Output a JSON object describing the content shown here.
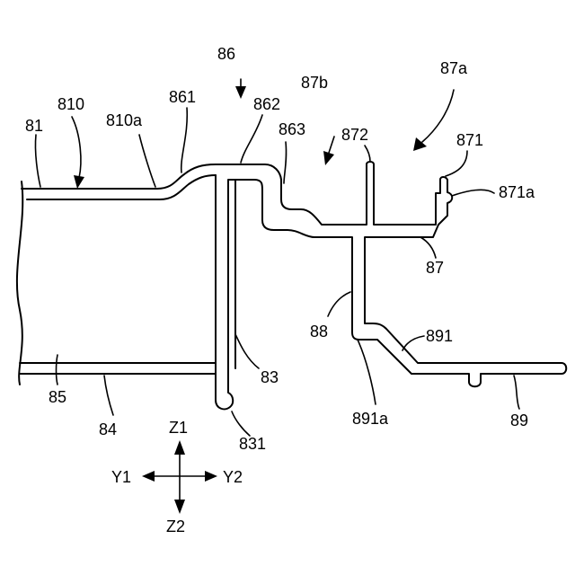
{
  "labels": {
    "l86": "86",
    "l87a": "87a",
    "l87b": "87b",
    "l810": "810",
    "l81": "81",
    "l810a": "810a",
    "l861": "861",
    "l862": "862",
    "l863": "863",
    "l872": "872",
    "l871": "871",
    "l871a": "871a",
    "l87": "87",
    "l88": "88",
    "l891": "891",
    "l83": "83",
    "l85": "85",
    "l84": "84",
    "l891a": "891a",
    "l89": "89",
    "l831": "831"
  },
  "axes": {
    "z1": "Z1",
    "z2": "Z2",
    "y1": "Y1",
    "y2": "Y2"
  },
  "colors": {
    "line": "#000000",
    "background": "#ffffff"
  }
}
